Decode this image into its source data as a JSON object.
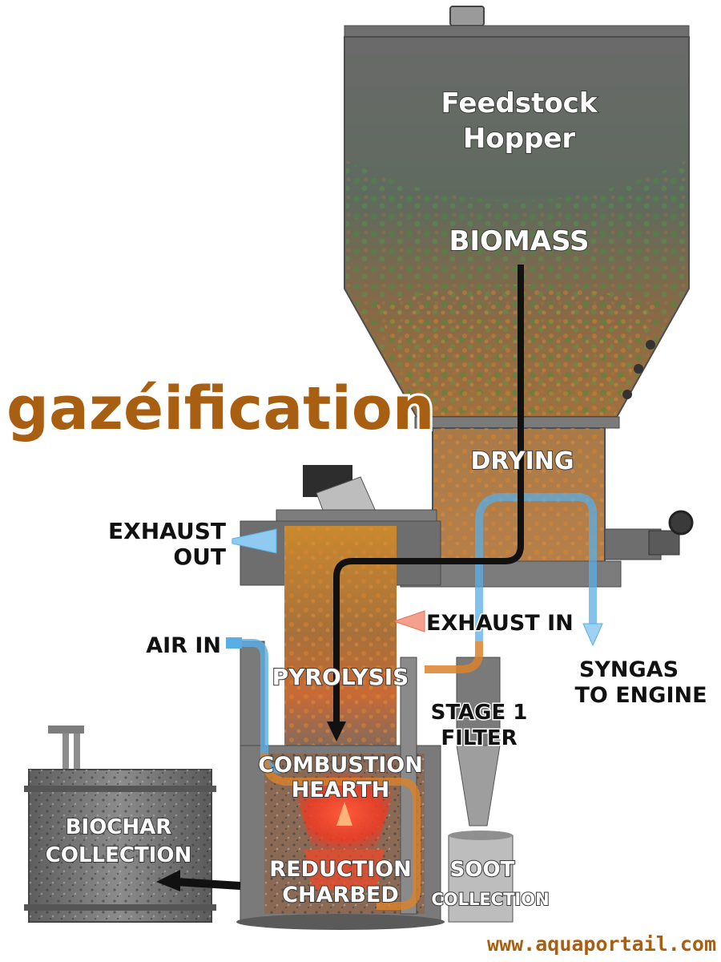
{
  "title": "gazéification",
  "website": "www.aquaportail.com",
  "labels": {
    "hopper_line1": "Feedstock",
    "hopper_line2": "Hopper",
    "biomass": "BIOMASS",
    "drying": "DRYING",
    "exhaust_out_line1": "EXHAUST",
    "exhaust_out_line2": "OUT",
    "exhaust_in": "EXHAUST IN",
    "air_in": "AIR IN",
    "pyrolysis": "PYROLYSIS",
    "syngas_line1": "SYNGAS",
    "syngas_line2": "TO ENGINE",
    "stage1_line1": "STAGE 1",
    "stage1_line2": "FILTER",
    "combustion_line1": "COMBUSTION",
    "combustion_line2": "HEARTH",
    "biochar_line1": "BIOCHAR",
    "biochar_line2": "COLLECTION",
    "reduction_line1": "REDUCTION",
    "reduction_line2": "CHARBED",
    "soot_line1": "SOOT",
    "soot_line2": "COLLECTION"
  },
  "colors": {
    "title": "#a85f12",
    "metal": "#6d6d6d",
    "biomass_green": "#3f8f3a",
    "heat_orange": "#d9822b",
    "hot_red": "#f03a22",
    "air_blue": "#5aaee6",
    "exhaust_red": "#e8705a"
  }
}
